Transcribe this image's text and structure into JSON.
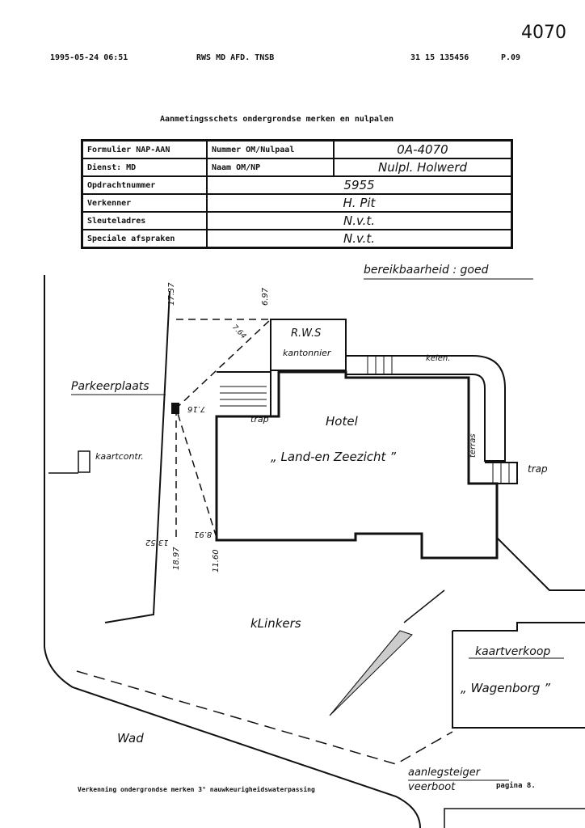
{
  "fax_header": {
    "timestamp": "1995-05-24  06:51",
    "sender": "RWS MD AFD. TNSB",
    "phone": "31 15 135456",
    "page": "P.09"
  },
  "corner_number": "4070",
  "title": "Aanmetingsschets ondergrondse merken en nulpalen",
  "form": {
    "rows": [
      {
        "label": "Formulier NAP-AAN",
        "sublabel": "Nummer OM/Nulpaal",
        "value": "0A-4070"
      },
      {
        "label": "Dienst: MD",
        "sublabel": "Naam OM/NP",
        "value": "Nulpl. Holwerd"
      },
      {
        "label": "Opdrachtnummer",
        "value": "5955"
      },
      {
        "label": "Verkenner",
        "value": "H. Pit"
      },
      {
        "label": "Sleuteladres",
        "value": "N.v.t."
      },
      {
        "label": "Speciale afspraken",
        "value": "N.v.t."
      }
    ]
  },
  "sketch": {
    "bereikbaarheid": "bereikbaarheid : goed",
    "parkeerplaats": "Parkeerplaats",
    "kaartcontr": "kaartcontr.",
    "rws": "R.W.S",
    "kantonnier": "kantonnier",
    "keien": "keien.",
    "hotel": "Hotel",
    "hotel_name": "„ Land-en Zeezicht ”",
    "trap1": "trap",
    "trap2": "trap",
    "terras": "terras",
    "klinkers": "kLinkers",
    "kaartverkoop": "kaartverkoop",
    "wagenborg": "„ Wagenborg ”",
    "wad": "Wad",
    "aanlegsteiger": "aanlegsteiger",
    "veerboot": "veerboot",
    "dims": {
      "d1": "17.37",
      "d2": "6.97",
      "d3": "7.64",
      "d4": "7.16",
      "d5": "13.52",
      "d6": "18.97",
      "d7": "8.91",
      "d8": "11.60"
    }
  },
  "footer": {
    "left": "Verkenning ondergrondse merken 3° nauwkeurigheidswaterpassing",
    "right": "pagina 8."
  }
}
